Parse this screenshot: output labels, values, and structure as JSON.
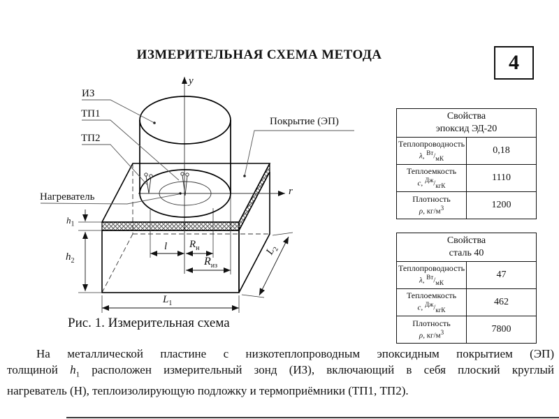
{
  "slide": {
    "title": "ИЗМЕРИТЕЛЬНАЯ СХЕМА МЕТОДА",
    "page_number": "4",
    "caption": "Рис. 1. Измерительная схема"
  },
  "diagram": {
    "labels": {
      "probe": "ИЗ",
      "tp1": "ТП1",
      "tp2": "ТП2",
      "coating": "Покрытие (ЭП)",
      "heater": "Нагреватель",
      "axis_y": "y",
      "axis_r": "r"
    },
    "dims": {
      "h1_base": "h",
      "h1_sub": "1",
      "h2_base": "h",
      "h2_sub": "2",
      "l": "l",
      "rn_base": "R",
      "rn_sub": "н",
      "riz_base": "R",
      "riz_sub": "из",
      "l1_base": "L",
      "l1_sub": "1",
      "l2_base": "L",
      "l2_sub": "2"
    }
  },
  "tables": [
    {
      "title_line1": "Свойства",
      "title_line2": "эпоксид ЭД-20",
      "rows": [
        {
          "name": "Теплопроводность",
          "sym": "λ,",
          "num": "Вт",
          "den": "мК",
          "value": "0,18"
        },
        {
          "name": "Теплоемкость",
          "sym": "c,",
          "num": "Дж",
          "den": "кгК",
          "value": "1110"
        },
        {
          "name": "Плотность",
          "sym": "ρ,",
          "flat": "кг/м",
          "sup": "3",
          "value": "1200"
        }
      ]
    },
    {
      "title_line1": "Свойства",
      "title_line2": "сталь 40",
      "rows": [
        {
          "name": "Теплопроводность",
          "sym": "λ,",
          "num": "Вт",
          "den": "мК",
          "value": "47"
        },
        {
          "name": "Теплоемкость",
          "sym": "c,",
          "num": "Дж",
          "den": "кгК",
          "value": "462"
        },
        {
          "name": "Плотность",
          "sym": "ρ,",
          "flat": "кг/м",
          "sup": "3",
          "value": "7800"
        }
      ]
    }
  ],
  "paragraph": {
    "line1": "На металлической пластине с низкотеплопроводным эпоксидным покрытием (ЭП)",
    "line2_pre": "толщиной",
    "h_base": "h",
    "h_sub": "1",
    "line2_post": "расположен измерительный зонд (ИЗ), включающий в себя плоский круглый",
    "line3": "нагреватель (Н), теплоизолирующую подложку и термоприёмники (ТП1, ТП2)."
  }
}
